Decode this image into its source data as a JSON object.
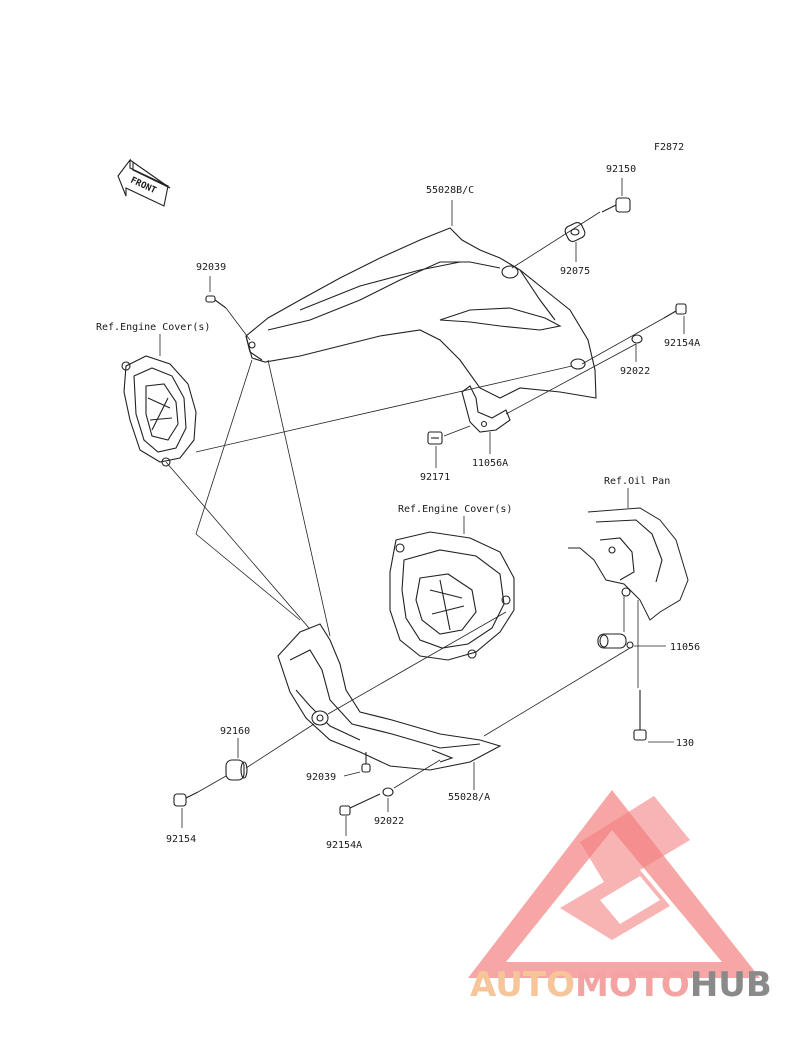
{
  "figure_code": "F2872",
  "front_label": "FRONT",
  "parts": {
    "cowl_upper": "55028B/C",
    "cowl_lower": "55028/A",
    "grommet_upper": "92075",
    "bolt_upper_right": "92150",
    "bolt_small_right": "92154A",
    "washer_right": "92022",
    "bracket_upper": "11056A",
    "nut_clip": "92171",
    "screw_upper_left": "92039",
    "ref_engine_cover_left": "Ref.Engine Cover(s)",
    "ref_engine_cover_center": "Ref.Engine Cover(s)",
    "ref_oil_pan": "Ref.Oil Pan",
    "bracket_lower": "11056",
    "bolt_130": "130",
    "grommet_lower": "92160",
    "bolt_lower": "92154",
    "screw_lower": "92039",
    "washer_lower": "92022",
    "bolt_small_lower": "92154A"
  },
  "watermark": {
    "text_auto": "AUTO",
    "text_moto": "MOTO",
    "text_hub": "HUB",
    "color_auto": "#f6c59a",
    "color_moto": "#f4a3a3",
    "color_hub": "#8a8a8a",
    "color_logo": "#f26b6b"
  }
}
